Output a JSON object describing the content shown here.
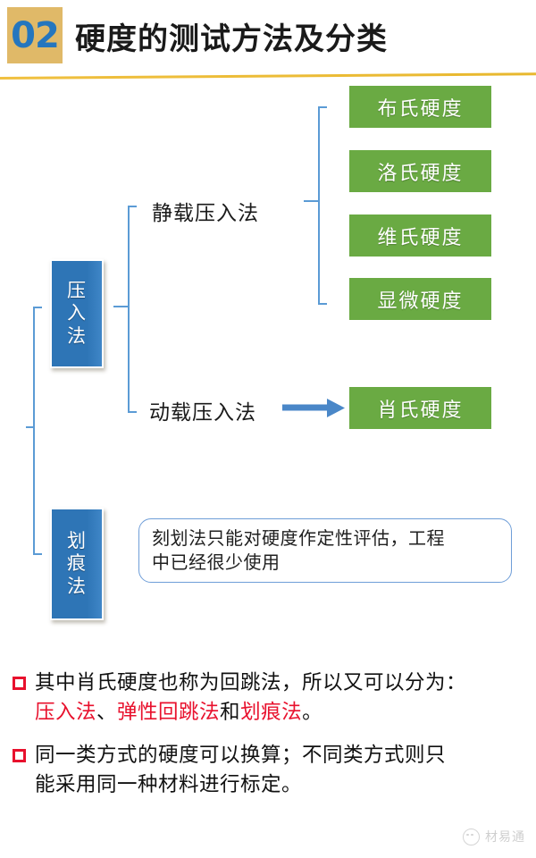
{
  "header": {
    "number": "02",
    "title": "硬度的测试方法及分类",
    "badge_color": "#e0b968",
    "number_color": "#2576be",
    "rule_color": "#e8b82e"
  },
  "diagram": {
    "root_boxes": [
      {
        "id": "press",
        "label": "压入法",
        "chars": [
          "压",
          "入",
          "法"
        ],
        "color": "#2e75b6"
      },
      {
        "id": "scratch",
        "label": "划痕法",
        "chars": [
          "划",
          "痕",
          "法"
        ],
        "color": "#2e75b6"
      }
    ],
    "mid_labels": {
      "static": "静载压入法",
      "dynamic": "动载压入法"
    },
    "arrow_color": "#4a87c8",
    "green_color": "#6aaa43",
    "connector_color": "#5b9bd5",
    "green_boxes": [
      {
        "id": "brinell",
        "label": "布氏硬度"
      },
      {
        "id": "rockwell",
        "label": "洛氏硬度"
      },
      {
        "id": "vickers",
        "label": "维氏硬度"
      },
      {
        "id": "micro",
        "label": "显微硬度"
      },
      {
        "id": "shore",
        "label": "肖氏硬度"
      }
    ],
    "note": {
      "line1": "刻划法只能对硬度作定性评估，工程",
      "line2": "中已经很少使用",
      "border_color": "#6f9ed8"
    }
  },
  "bullets": [
    {
      "id": "bullet-1",
      "line1_plain": "其中肖氏硬度也称为回跳法，所以又可以分为：",
      "line2_parts": [
        {
          "text": "压入法",
          "highlight": true
        },
        {
          "text": "、",
          "highlight": false
        },
        {
          "text": "弹性回跳法",
          "highlight": true
        },
        {
          "text": "和",
          "highlight": false
        },
        {
          "text": "划痕法",
          "highlight": true
        },
        {
          "text": "。",
          "highlight": false
        }
      ]
    },
    {
      "id": "bullet-2",
      "line1_plain": "同一类方式的硬度可以换算；不同类方式则只",
      "line2_plain": "能采用同一种材料进行标定。"
    }
  ],
  "bullet_marker_color": "#e8112d",
  "footer": {
    "watermark_text": "材易通"
  }
}
